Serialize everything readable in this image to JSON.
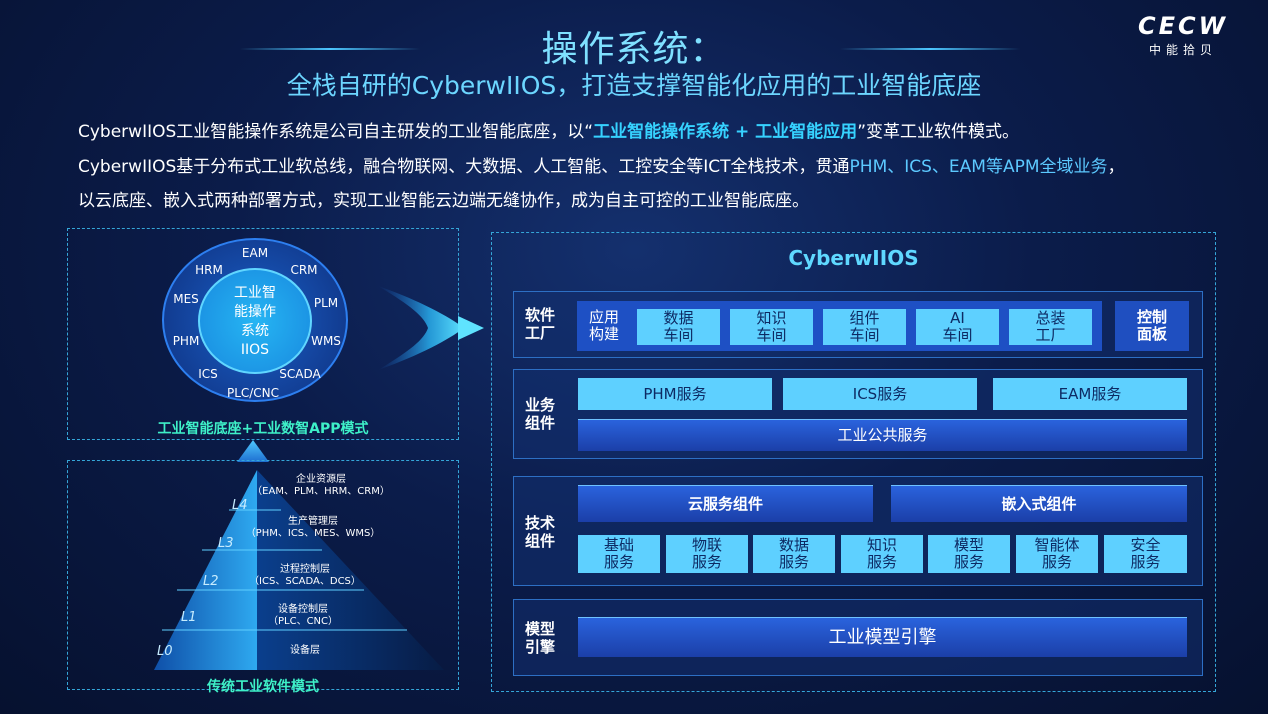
{
  "header": {
    "title": "操作系统：",
    "subtitle": "全栈自研的CyberwIIOS，打造支撑智能化应用的工业智能底座",
    "logo_main": "CECW",
    "logo_sub": "中能拾贝"
  },
  "intro": {
    "l1_a": "CyberwIIOS工业智能操作系统是公司自主研发的工业智能底座，以“",
    "l1_hl": "工业智能操作系统 + 工业智能应用",
    "l1_b": "”变革工业软件模式。",
    "l2_a": "CyberwIIOS基于分布式工业软总线，融合物联网、大数据、人工智能、工控安全等ICT全栈技术，贯通",
    "l2_hl": "PHM、ICS、EAM等APM全域业务",
    "l2_b": "，",
    "l3": "以云底座、嵌入式两种部署方式，实现工业智能云边端无缝协作，成为自主可控的工业智能底座。"
  },
  "circle": {
    "center": [
      "工业智",
      "能操作",
      "系统",
      "IIOS"
    ],
    "labels": [
      "EAM",
      "CRM",
      "PLM",
      "WMS",
      "SCADA",
      "PLC/CNC",
      "ICS",
      "PHM",
      "MES",
      "HRM"
    ],
    "caption": "工业智能底座+工业数智APP模式"
  },
  "pyramid": {
    "levels": [
      {
        "level": "L4",
        "name": "企业资源层",
        "detail": "（EAM、PLM、HRM、CRM）"
      },
      {
        "level": "L3",
        "name": "生产管理层",
        "detail": "（PHM、ICS、MES、WMS）"
      },
      {
        "level": "L2",
        "name": "过程控制层",
        "detail": "（ICS、SCADA、DCS）"
      },
      {
        "level": "L1",
        "name": "设备控制层",
        "detail": "（PLC、CNC）"
      },
      {
        "level": "L0",
        "name": "设备层",
        "detail": ""
      }
    ],
    "caption": "传统工业软件模式"
  },
  "arch": {
    "title": "CyberwIIOS",
    "software_factory": {
      "label": [
        "软件",
        "工厂"
      ],
      "first": [
        "应用",
        "构建"
      ],
      "items": [
        [
          "数据",
          "车间"
        ],
        [
          "知识",
          "车间"
        ],
        [
          "组件",
          "车间"
        ],
        [
          "AI",
          "车间"
        ],
        [
          "总装",
          "工厂"
        ]
      ],
      "control": [
        "控制",
        "面板"
      ]
    },
    "business": {
      "label": [
        "业务",
        "组件"
      ],
      "services": [
        "PHM服务",
        "ICS服务",
        "EAM服务"
      ],
      "common": "工业公共服务"
    },
    "tech": {
      "label": [
        "技术",
        "组件"
      ],
      "cloud": "云服务组件",
      "embedded": "嵌入式组件",
      "items": [
        [
          "基础",
          "服务"
        ],
        [
          "物联",
          "服务"
        ],
        [
          "数据",
          "服务"
        ],
        [
          "知识",
          "服务"
        ],
        [
          "模型",
          "服务"
        ],
        [
          "智能体",
          "服务"
        ],
        [
          "安全",
          "服务"
        ]
      ]
    },
    "model": {
      "label": [
        "模型",
        "引擎"
      ],
      "engine": "工业模型引擎"
    }
  }
}
